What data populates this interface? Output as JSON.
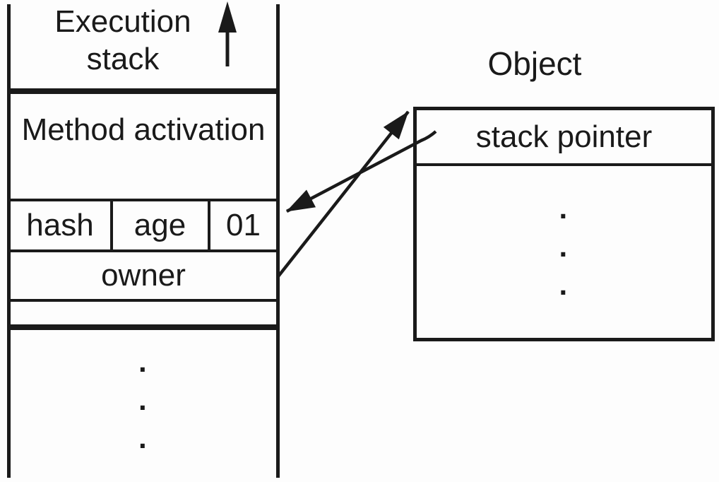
{
  "colors": {
    "ink": "#1a1a1a",
    "background": "#fdfdfd"
  },
  "stack": {
    "title": "Execution stack",
    "method_activation_label": "Method activation",
    "mark_cells": [
      "hash",
      "age",
      "01"
    ],
    "owner_label": "owner",
    "ellipsis": "·\n·\n·"
  },
  "object": {
    "title": "Object",
    "stack_pointer_label": "stack pointer",
    "ellipsis": "·\n·\n·"
  },
  "icons": {
    "stack_growth_arrow": "↑",
    "pointer_arrowhead": "➤"
  }
}
